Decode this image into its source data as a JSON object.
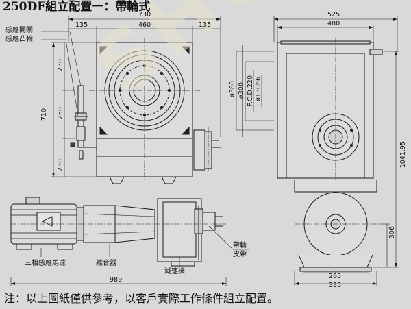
{
  "title": "250DF組立配置一：帶輪式",
  "watermark": "SHUYU",
  "labels": {
    "sensor_switch": "感應開關",
    "sensor_cam": "感應凸輪",
    "three_phase_motor": "三相感應馬達",
    "clutch": "離合器",
    "reducer": "減速機",
    "pulley": "帶輪",
    "belt": "皮帶"
  },
  "dimensions": {
    "d730": "730",
    "d135a": "135",
    "d460": "460",
    "d135b": "135",
    "d230a": "230",
    "d250": "250",
    "d230b": "230",
    "d710": "710",
    "d525": "525",
    "d480": "480",
    "d1041": "1041.95",
    "phi380": "ø380",
    "phi300": "ø300",
    "pcd220": "P.C.D.220",
    "phi130": "ø130h6",
    "d306": "306",
    "d265": "265",
    "d335": "335",
    "d989": "989"
  },
  "note": "注：以上圖紙僅供參考，以客戶實際工作條件組立配置。"
}
